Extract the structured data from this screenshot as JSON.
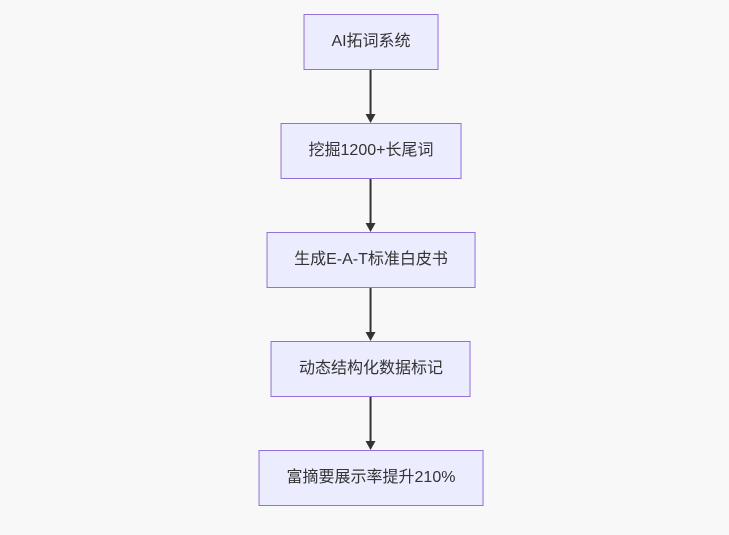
{
  "page": {
    "background": "#f8f8f8"
  },
  "flowchart": {
    "type": "flowchart",
    "direction": "top-down",
    "node_fill": "#ECECFF",
    "node_border": "#9370DB",
    "text_color": "#333333",
    "arrow_color": "#333333",
    "nodes": [
      {
        "id": "n1",
        "label": "AI拓词系统"
      },
      {
        "id": "n2",
        "label": "挖掘1200+长尾词"
      },
      {
        "id": "n3",
        "label": "生成E-A-T标准白皮书"
      },
      {
        "id": "n4",
        "label": "动态结构化数据标记"
      },
      {
        "id": "n5",
        "label": "富摘要展示率提升210%"
      }
    ],
    "edges": [
      {
        "from": "n1",
        "to": "n2"
      },
      {
        "from": "n2",
        "to": "n3"
      },
      {
        "from": "n3",
        "to": "n4"
      },
      {
        "from": "n4",
        "to": "n5"
      }
    ]
  }
}
